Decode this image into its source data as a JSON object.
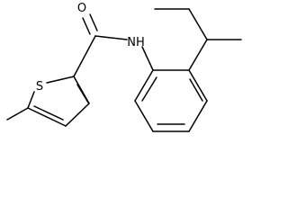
{
  "atoms": {
    "oxygen": "O",
    "sulfur": "S",
    "amide_nh": "NH"
  },
  "colors": {
    "bond": "#000000",
    "label": "#000000",
    "background": "#ffffff"
  }
}
